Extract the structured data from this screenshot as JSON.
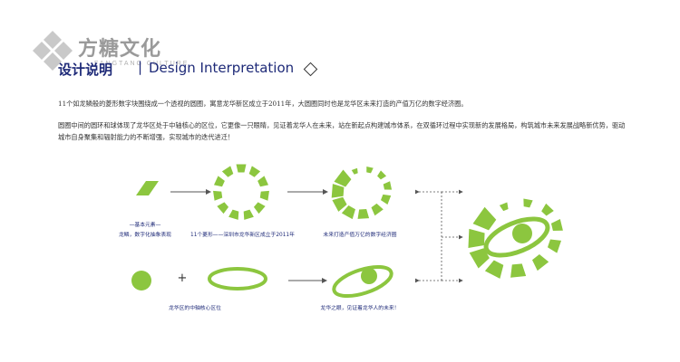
{
  "brand": {
    "name": "方糖文化",
    "tagline": "FANGTANG CULTURE"
  },
  "header": {
    "title_cn": "设计说明",
    "separator": "|",
    "title_en": "Design Interpretation"
  },
  "paragraphs": [
    "11个如龙鳞般的菱形数字块围绕成一个透视的圆圈，寓意龙华新区成立于2011年，大圆圈同时也是龙华区未来打造的产值万亿的数字经济圈。",
    "圆圈中间的圆环和球体现了龙华区处于中轴核心的区位，它更像一只眼睛，见证着龙华人在未来，站在新起点构建城市体系，在双循环过程中实现新的发展格局，构筑城市未来发展战略新优势，驱动城市自身聚集和辐射能力的不断增强，实现城市的迭代进迁！"
  ],
  "captions": {
    "element_title": "—基本元素—",
    "element_desc": "龙鳞，数字化抽象表现",
    "ring": "11个菱形——深圳市龙华新区成立于2011年",
    "economy": "未来打造产值万亿的数字经济圈",
    "axis": "龙华区的中轴核心区位",
    "eye": "龙华之眼，见证着龙华人的未来！",
    "plus": "+"
  },
  "colors": {
    "green": "#8cc63f",
    "navy": "#1e2a78",
    "arrow": "#555555"
  }
}
